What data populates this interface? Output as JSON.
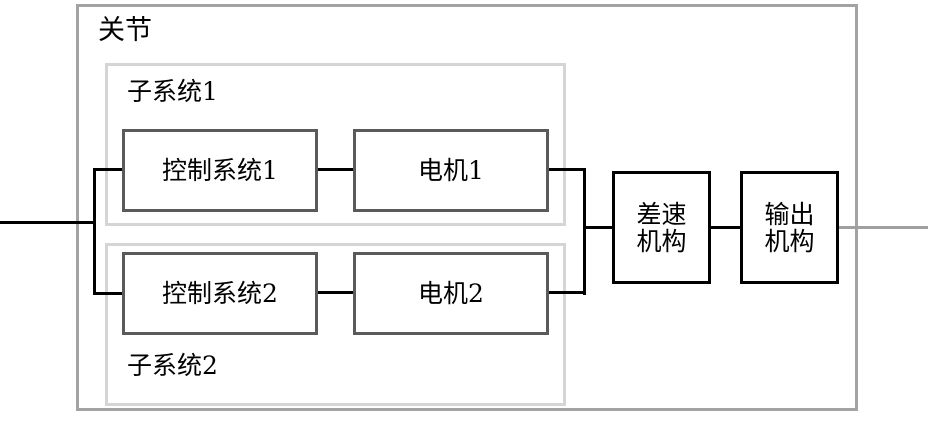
{
  "diagram": {
    "title_label": "关节",
    "outer_group": {
      "name": "关节",
      "label": "关节"
    },
    "subsystems": [
      {
        "label": "子系统1",
        "blocks": [
          {
            "id": "control-system-1",
            "label": "控制系统1"
          },
          {
            "id": "motor-1",
            "label": "电机1"
          }
        ]
      },
      {
        "label": "子系统2",
        "blocks": [
          {
            "id": "control-system-2",
            "label": "控制系统2"
          },
          {
            "id": "motor-2",
            "label": "电机2"
          }
        ]
      }
    ],
    "output_chain": [
      {
        "id": "differential-mechanism",
        "label": "差速\n机构"
      },
      {
        "id": "output-mechanism",
        "label": "输出\n机构"
      }
    ],
    "connectors": {
      "input_line": "left-input-bus",
      "left_split": "left-branch-bracket",
      "right_merge": "right-merge-bracket",
      "output_line": "right-output-line"
    },
    "colors": {
      "outer_frame": "#a3a3a3",
      "sub_frame": "#d5d5d5",
      "block_border": "#5a5a5a",
      "block_border_dark": "#000000",
      "wire": "#000000",
      "wire_gray": "#a0a0a0",
      "background": "#ffffff",
      "text": "#000000"
    }
  }
}
